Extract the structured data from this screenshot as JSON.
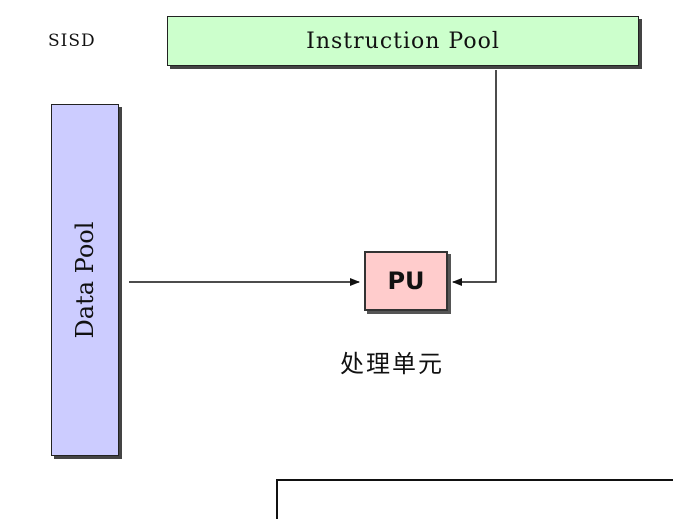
{
  "labels": {
    "sisd": "SISD",
    "instruction_pool": "Instruction Pool",
    "data_pool": "Data Pool",
    "processing_unit": "PU",
    "processing_unit_caption": "处理单元"
  },
  "colors": {
    "instruction_pool_fill": "#ccffcc",
    "data_pool_fill": "#ccccff",
    "processing_unit_fill": "#ffcccc"
  }
}
